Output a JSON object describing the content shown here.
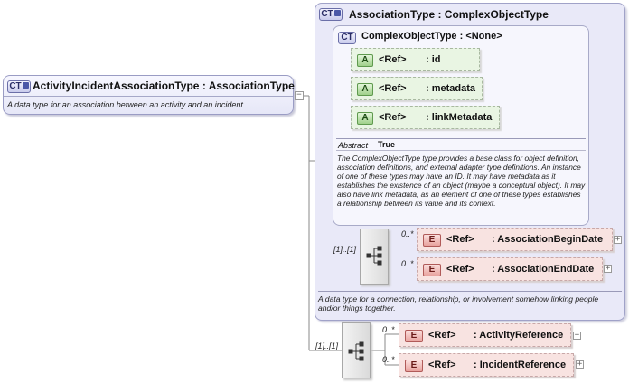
{
  "root": {
    "badge": "CT",
    "title": "ActivityIncidentAssociationType : AssociationType",
    "description": "A data type for an association between an activity and an incident.",
    "collapse_symbol": "−"
  },
  "association_type": {
    "badge": "CT",
    "title": "AssociationType : ComplexObjectType",
    "description": "A data type for a connection, relationship, or involvement somehow linking people and/or things together."
  },
  "complex_object_type": {
    "badge": "CT",
    "title": "ComplexObjectType : <None>",
    "attributes": [
      {
        "badge": "A",
        "ref": "<Ref>",
        "name": ": id"
      },
      {
        "badge": "A",
        "ref": "<Ref>",
        "name": ": metadata"
      },
      {
        "badge": "A",
        "ref": "<Ref>",
        "name": ": linkMetadata"
      }
    ],
    "abstract_label": "Abstract",
    "abstract_value": "True",
    "description": "The ComplexObjectType type provides a base class for object definition, association definitions, and external adapter type definitions. An instance of one of these types may have an ID. It may have metadata as it establishes the existence of an object (maybe a conceptual object). It may also have link metadata, as an element of one of these types establishes a relationship between its value and its context."
  },
  "association_sequence": {
    "multiplicity": "[1]..[1]",
    "elements": [
      {
        "badge": "E",
        "ref": "<Ref>",
        "name": ": AssociationBeginDate",
        "multiplicity": "0..*",
        "expander": "+"
      },
      {
        "badge": "E",
        "ref": "<Ref>",
        "name": ": AssociationEndDate",
        "multiplicity": "0..*",
        "expander": "+"
      }
    ]
  },
  "root_sequence": {
    "multiplicity": "[1]..[1]",
    "elements": [
      {
        "badge": "E",
        "ref": "<Ref>",
        "name": ": ActivityReference",
        "multiplicity": "0..*",
        "expander": "+"
      },
      {
        "badge": "E",
        "ref": "<Ref>",
        "name": ": IncidentReference",
        "multiplicity": "0..*",
        "expander": "+"
      }
    ]
  }
}
